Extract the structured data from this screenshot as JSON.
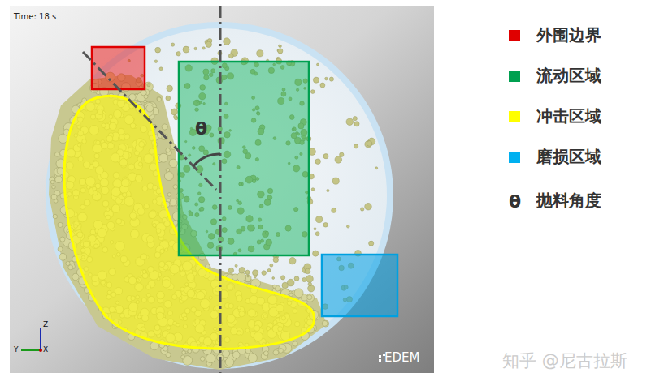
{
  "diagram": {
    "labels": [
      "Time: 18 s",
      "θ",
      "Z",
      "Y",
      "X",
      "EDEM",
      "θ",
      "知乎 @尼古拉斯"
    ],
    "legend": [
      {
        "text": "外围边界",
        "color": "#e00000"
      },
      {
        "text": "流动区域",
        "color": "#00a050"
      },
      {
        "text": "冲击区域",
        "color": "#ffff00"
      },
      {
        "text": "磨损区域",
        "color": "#00b0f0"
      },
      {
        "text": "抛料角度"
      }
    ]
  }
}
